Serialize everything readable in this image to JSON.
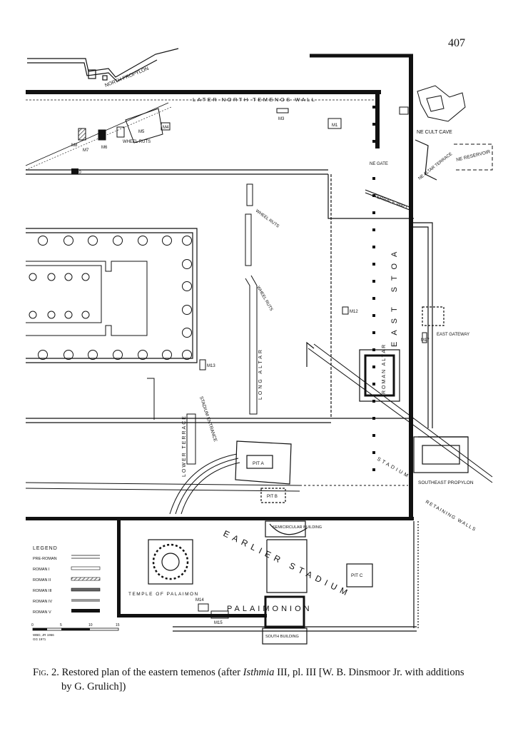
{
  "page_number": "407",
  "caption": {
    "figure_label": "Fig. 2.",
    "text_before_italic": " Restored plan of the eastern temenos (after ",
    "italic": "Isthmia",
    "text_after_italic": " III, pl. III [W. B. Dinsmoor Jr. with additions",
    "line2": "by G. Grulich])"
  },
  "plan_labels": {
    "north_propylon": "NORTH PROPYLON",
    "later_north_temenos_wall": "LATER  NORTH  TEMENOS  WALL",
    "m3": "M3",
    "m1": "M1",
    "ne_cult_cave": "NE CULT CAVE",
    "ne_reservoir": "NE RESERVOIR",
    "ne_gate": "NE GATE",
    "ne_altar_terrace": "NE ALTAR TERRACE",
    "terrace_wall": "TERRACE WALL",
    "m5": "M5",
    "m4": "M4",
    "m6": "M6",
    "m7": "M7",
    "m8": "M8",
    "wheel_ruts_1": "WHEEL RUTS",
    "m10": "M10",
    "wheel_ruts_2": "WHEEL RUTS",
    "wheel_ruts_3": "WHEEL RUTS",
    "east_stoa": "EAST STOA",
    "m12": "M12",
    "m17": "M17",
    "east_gateway": "EAST GATEWAY",
    "roman_altar": "ROMAN ALTAR",
    "long_altar": "LONG ALTAR",
    "m13": "M13",
    "stadium_entrance": "STADIUM ENTRANCE",
    "lower_terrace": "LOWER TERRACE",
    "pit_a": "PIT A",
    "pit_b": "PIT B",
    "stadium": "STADIUM",
    "southeast_propylon": "SOUTHEAST PROPYLON",
    "retaining_walls": "RETAINING WALLS",
    "semicircular_building": "SEMICIRCULAR BUILDING",
    "earlier_stadium": "EARLIER  STADIUM",
    "pit_c": "PIT C",
    "temple_of_palaimon": "TEMPLE OF PALAIMON",
    "palaimonion": "PALAIMONION",
    "m14": "M14",
    "m15": "M15",
    "south_building": "SOUTH BUILDING",
    "credit_1": "WBD, JR 1966",
    "credit_2": "GG 1971"
  },
  "legend": {
    "title": "LEGEND",
    "items": [
      {
        "label": "PRE-ROMAN",
        "style": "double"
      },
      {
        "label": "ROMAN  I",
        "style": "hatch-light"
      },
      {
        "label": "ROMAN  II",
        "style": "hatch"
      },
      {
        "label": "ROMAN  III",
        "style": "hatch-dark"
      },
      {
        "label": "ROMAN  IV",
        "style": "grey"
      },
      {
        "label": "ROMAN  V",
        "style": "solid"
      }
    ]
  },
  "scale_bar": {
    "labels": [
      "0",
      "5",
      "10",
      "15"
    ]
  }
}
